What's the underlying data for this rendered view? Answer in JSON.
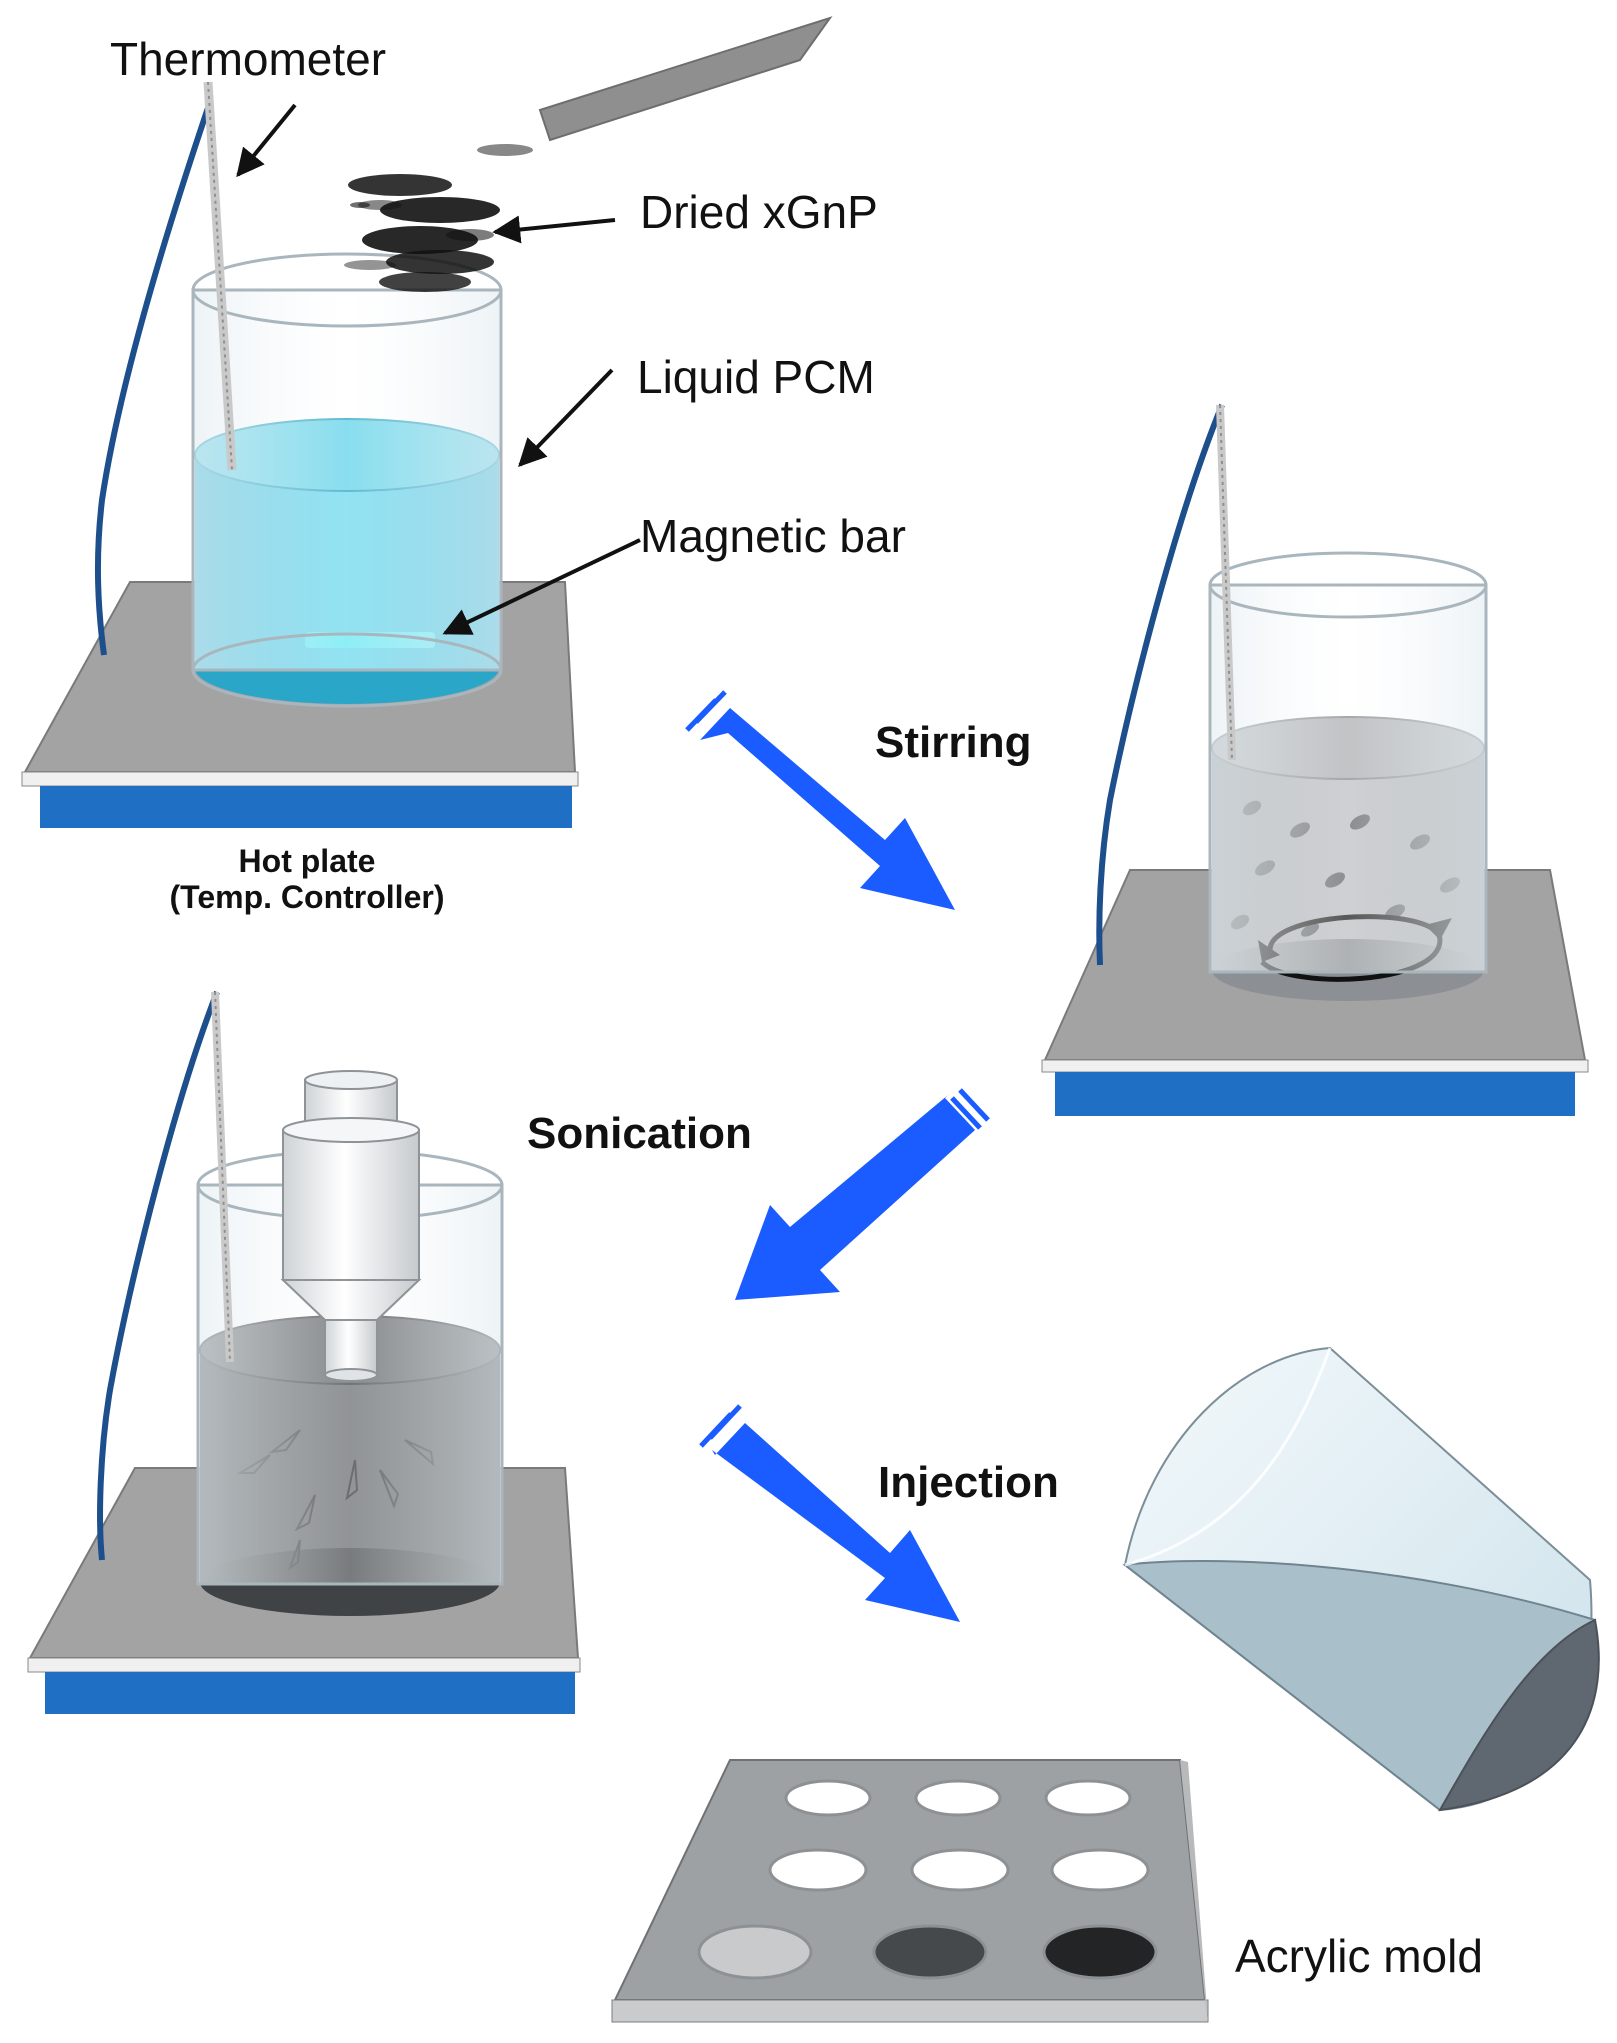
{
  "labels": {
    "thermometer": "Thermometer",
    "dried_xgnp": "Dried xGnP",
    "liquid_pcm": "Liquid PCM",
    "magnetic_bar": "Magnetic bar",
    "hot_plate_line1": "Hot plate",
    "hot_plate_line2": "(Temp. Controller)",
    "stirring": "Stirring",
    "sonication": "Sonication",
    "injection": "Injection",
    "acrylic_mold": "Acrylic mold"
  },
  "colors": {
    "plate_top": "#a8a8a8",
    "plate_base": "#1f6fc4",
    "arrow_blue": "#1a5cff",
    "liquid_pcm": "#3cc6e2",
    "liquid_stirred": "#9a9da0",
    "liquid_sonicated": "#4d5154",
    "cord_blue": "#1d4f8c",
    "cup_liquid": "#b9cfd8"
  }
}
